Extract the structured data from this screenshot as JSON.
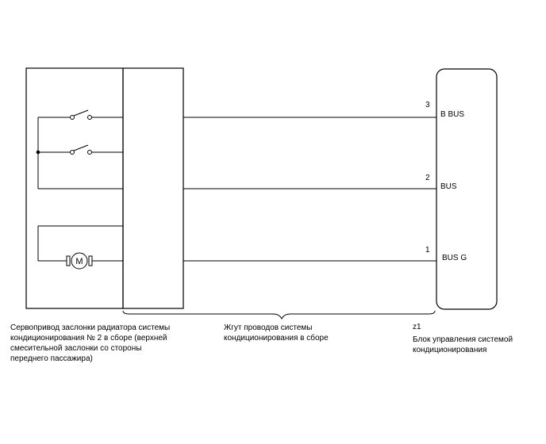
{
  "captions": {
    "actuator": "Сервопривод заслонки радиатора системы\nкондиционирования № 2 в сборе (верхней\nсмесительной заслонки со стороны\nпереднего пассажира)",
    "harness": "Жгут проводов системы\nкондиционирования в сборе",
    "connector": "z1",
    "ecu": "Блок управления системой\nкондиционирования"
  },
  "pins": [
    {
      "number": "3",
      "name": "B BUS"
    },
    {
      "number": "2",
      "name": "BUS"
    },
    {
      "number": "1",
      "name": "BUS G"
    }
  ],
  "motor": {
    "symbol": "M"
  }
}
